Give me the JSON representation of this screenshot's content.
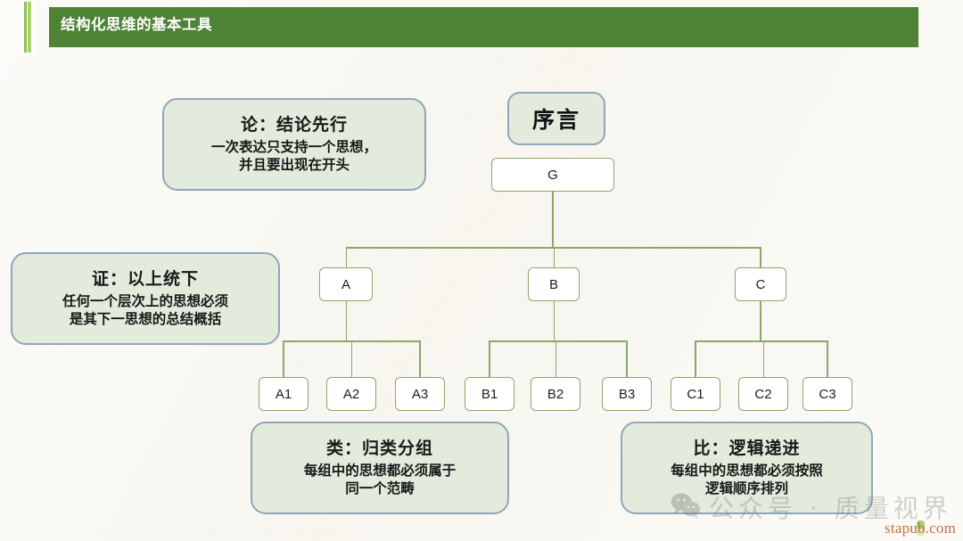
{
  "header": {
    "title": "结构化思维的基本工具",
    "bar_color": "#4e8235",
    "accent_color": "#8cc152"
  },
  "callouts": [
    {
      "id": "lun",
      "title": "论：结论先行",
      "line1": "一次表达只支持一个思想，",
      "line2": "并且要出现在开头"
    },
    {
      "id": "zheng",
      "title": "证：以上统下",
      "line1": "任何一个层次上的思想必须",
      "line2": "是其下一思想的总结概括"
    },
    {
      "id": "lei",
      "title": "类：归类分组",
      "line1": "每组中的思想都必须属于",
      "line2": "同一个范畴"
    },
    {
      "id": "bi",
      "title": "比：逻辑递进",
      "line1": "每组中的思想都必须按照",
      "line2": "逻辑顺序排列"
    }
  ],
  "tree": {
    "preface_label": "序言",
    "root": "G",
    "level2": [
      "A",
      "B",
      "C"
    ],
    "leaves": {
      "A": [
        "A1",
        "A2",
        "A3"
      ],
      "B": [
        "B1",
        "B2",
        "B3"
      ],
      "C": [
        "C1",
        "C2",
        "C3"
      ]
    },
    "node_border_color": "#8aa86a",
    "node_fill_color": "#ffffff",
    "callout_fill_color": "#e3ebdd",
    "callout_border_color": "#90a7b9"
  },
  "watermark": {
    "text": "公众号 · 质量视界",
    "icon": "wechat-icon"
  },
  "footer": {
    "brand": "stapub.com",
    "brand_color": "#c8713a"
  }
}
